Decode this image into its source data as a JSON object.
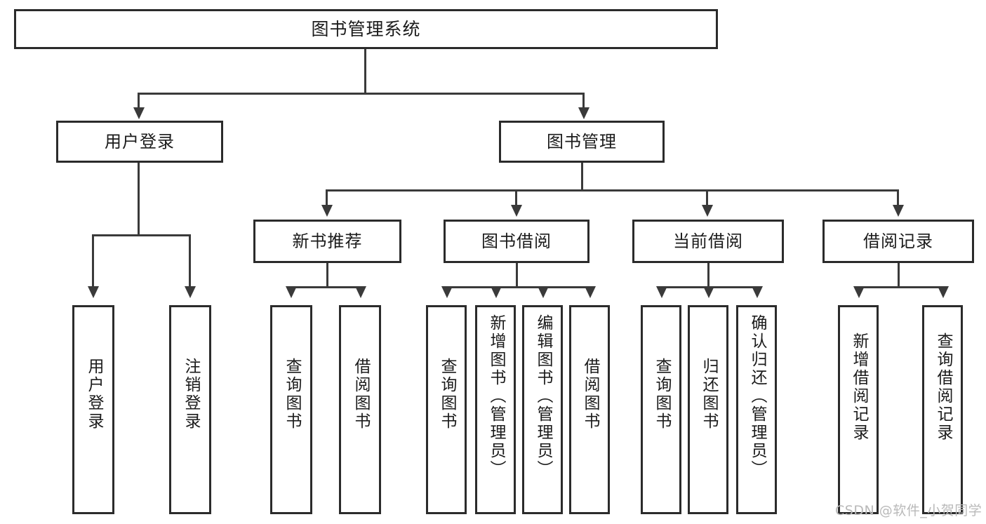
{
  "diagram": {
    "type": "tree",
    "title": "图书管理系统",
    "root": {
      "id": "root",
      "label": "图书管理系统"
    },
    "level1": [
      {
        "id": "user-login",
        "label": "用户登录"
      },
      {
        "id": "book-manage",
        "label": "图书管理"
      }
    ],
    "level2": [
      {
        "id": "new-book-rec",
        "label": "新书推荐",
        "parent": "book-manage"
      },
      {
        "id": "book-borrow",
        "label": "图书借阅",
        "parent": "book-manage"
      },
      {
        "id": "current-borrow",
        "label": "当前借阅",
        "parent": "book-manage"
      },
      {
        "id": "borrow-record",
        "label": "借阅记录",
        "parent": "book-manage"
      }
    ],
    "leaves": [
      {
        "id": "leaf-user-login",
        "label": "用户登录",
        "parent": "user-login"
      },
      {
        "id": "leaf-user-logout",
        "label": "注销登录",
        "parent": "user-login"
      },
      {
        "id": "leaf-rec-query-book",
        "label": "查询图书",
        "parent": "new-book-rec"
      },
      {
        "id": "leaf-rec-borrow-book",
        "label": "借阅图书",
        "parent": "new-book-rec"
      },
      {
        "id": "leaf-borrow-query-book",
        "label": "查询图书",
        "parent": "book-borrow"
      },
      {
        "id": "leaf-borrow-add-book",
        "label": "新增图书（管理员）",
        "parent": "book-borrow"
      },
      {
        "id": "leaf-borrow-edit-book",
        "label": "编辑图书（管理员）",
        "parent": "book-borrow"
      },
      {
        "id": "leaf-borrow-borrow-book",
        "label": "借阅图书",
        "parent": "book-borrow"
      },
      {
        "id": "leaf-cur-query-book",
        "label": "查询图书",
        "parent": "current-borrow"
      },
      {
        "id": "leaf-cur-return-book",
        "label": "归还图书",
        "parent": "current-borrow"
      },
      {
        "id": "leaf-cur-confirm-return",
        "label": "确认归还（管理员）",
        "parent": "current-borrow"
      },
      {
        "id": "leaf-rec-add-record",
        "label": "新增借阅记录",
        "parent": "borrow-record"
      },
      {
        "id": "leaf-rec-query-record",
        "label": "查询借阅记录",
        "parent": "borrow-record"
      }
    ]
  },
  "watermark": {
    "text": "CSDN @软件_小贺同学"
  },
  "colors": {
    "box_border": "#2b2b2b",
    "line": "#3a3a3a",
    "text": "#1b1b1b",
    "background": "#ffffff",
    "watermark": "#b9b9b9"
  }
}
